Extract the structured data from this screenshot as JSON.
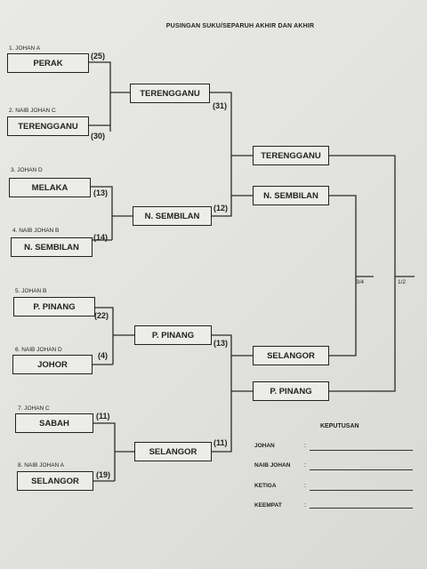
{
  "title": "PUSINGAN SUKU/SEPARUH AKHIR DAN AKHIR",
  "seeds": [
    "1. JOHAN A",
    "2. NAIB JOHAN C",
    "3. JOHAN D",
    "4. NAIB JOHAN B",
    "5. JOHAN B",
    "6. NAIB JOHAN D",
    "7. JOHAN C",
    "8. NAIB JOHAN A"
  ],
  "round1": [
    "PERAK",
    "TERENGGANU",
    "MELAKA",
    "N. SEMBILAN",
    "P. PINANG",
    "JOHOR",
    "SABAH",
    "SELANGOR"
  ],
  "round1_scores": [
    "(25)",
    "(30)",
    "(13)",
    "(14)",
    "(22)",
    "(4)",
    "(11)",
    "(19)"
  ],
  "quarter": [
    "TERENGGANU",
    "N. SEMBILAN",
    "P. PINANG",
    "SELANGOR"
  ],
  "quarter_scores": [
    "(31)",
    "(12)",
    "(13)",
    "(11)"
  ],
  "semi": [
    "TERENGGANU",
    "N. SEMBILAN",
    "SELANGOR",
    "P. PINANG"
  ],
  "placements": [
    "3/4",
    "1/2"
  ],
  "keputusan": {
    "title": "KEPUTUSAN",
    "labels": [
      "JOHAN",
      "NAIB JOHAN",
      "KETIGA",
      "KEEMPAT"
    ],
    "colon": ":"
  }
}
